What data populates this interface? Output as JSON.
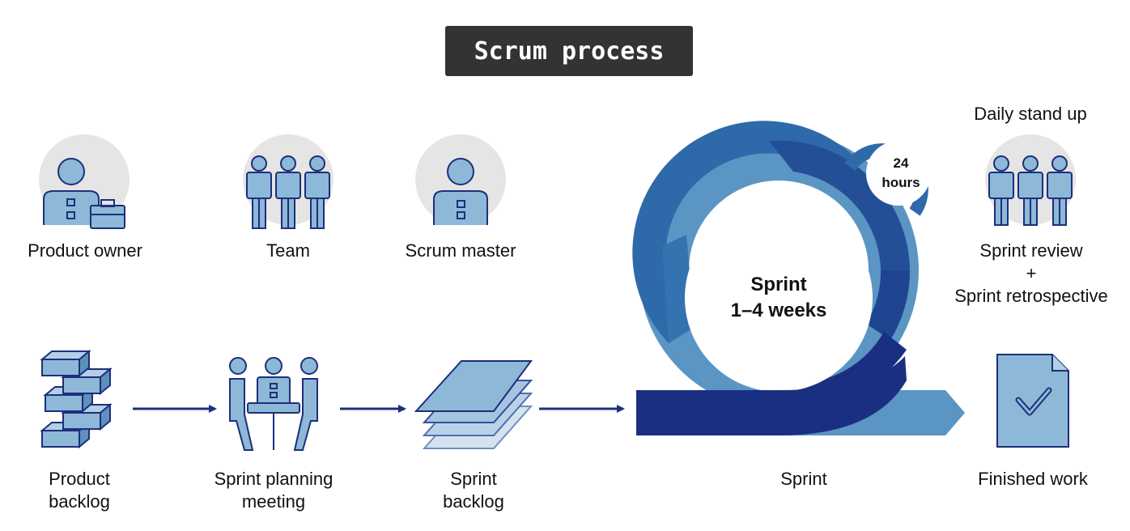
{
  "title": "Scrum process",
  "roles": {
    "product_owner": "Product owner",
    "team": "Team",
    "scrum_master": "Scrum master"
  },
  "flow": {
    "product_backlog": [
      "Product",
      "backlog"
    ],
    "sprint_planning": [
      "Sprint planning",
      "meeting"
    ],
    "sprint_backlog": [
      "Sprint",
      "backlog"
    ],
    "sprint": "Sprint",
    "finished_work": "Finished work"
  },
  "cycle": {
    "center": [
      "Sprint",
      "1–4 weeks"
    ],
    "daily_cycle": [
      "24",
      "hours"
    ]
  },
  "daily_standup": "Daily stand up",
  "review": [
    "Sprint review",
    "+",
    "Sprint retrospective"
  ],
  "colors": {
    "title_bg": "#333333",
    "icon_fill": "#8db8d8",
    "icon_stroke": "#1d2f7a",
    "circle_bg": "#e5e5e5",
    "arrow": "#1d2f7a",
    "cycle_dark": "#1b2f82",
    "cycle_mid": "#244f96",
    "cycle_blue": "#2e6aa9",
    "cycle_light": "#5a95c4"
  }
}
